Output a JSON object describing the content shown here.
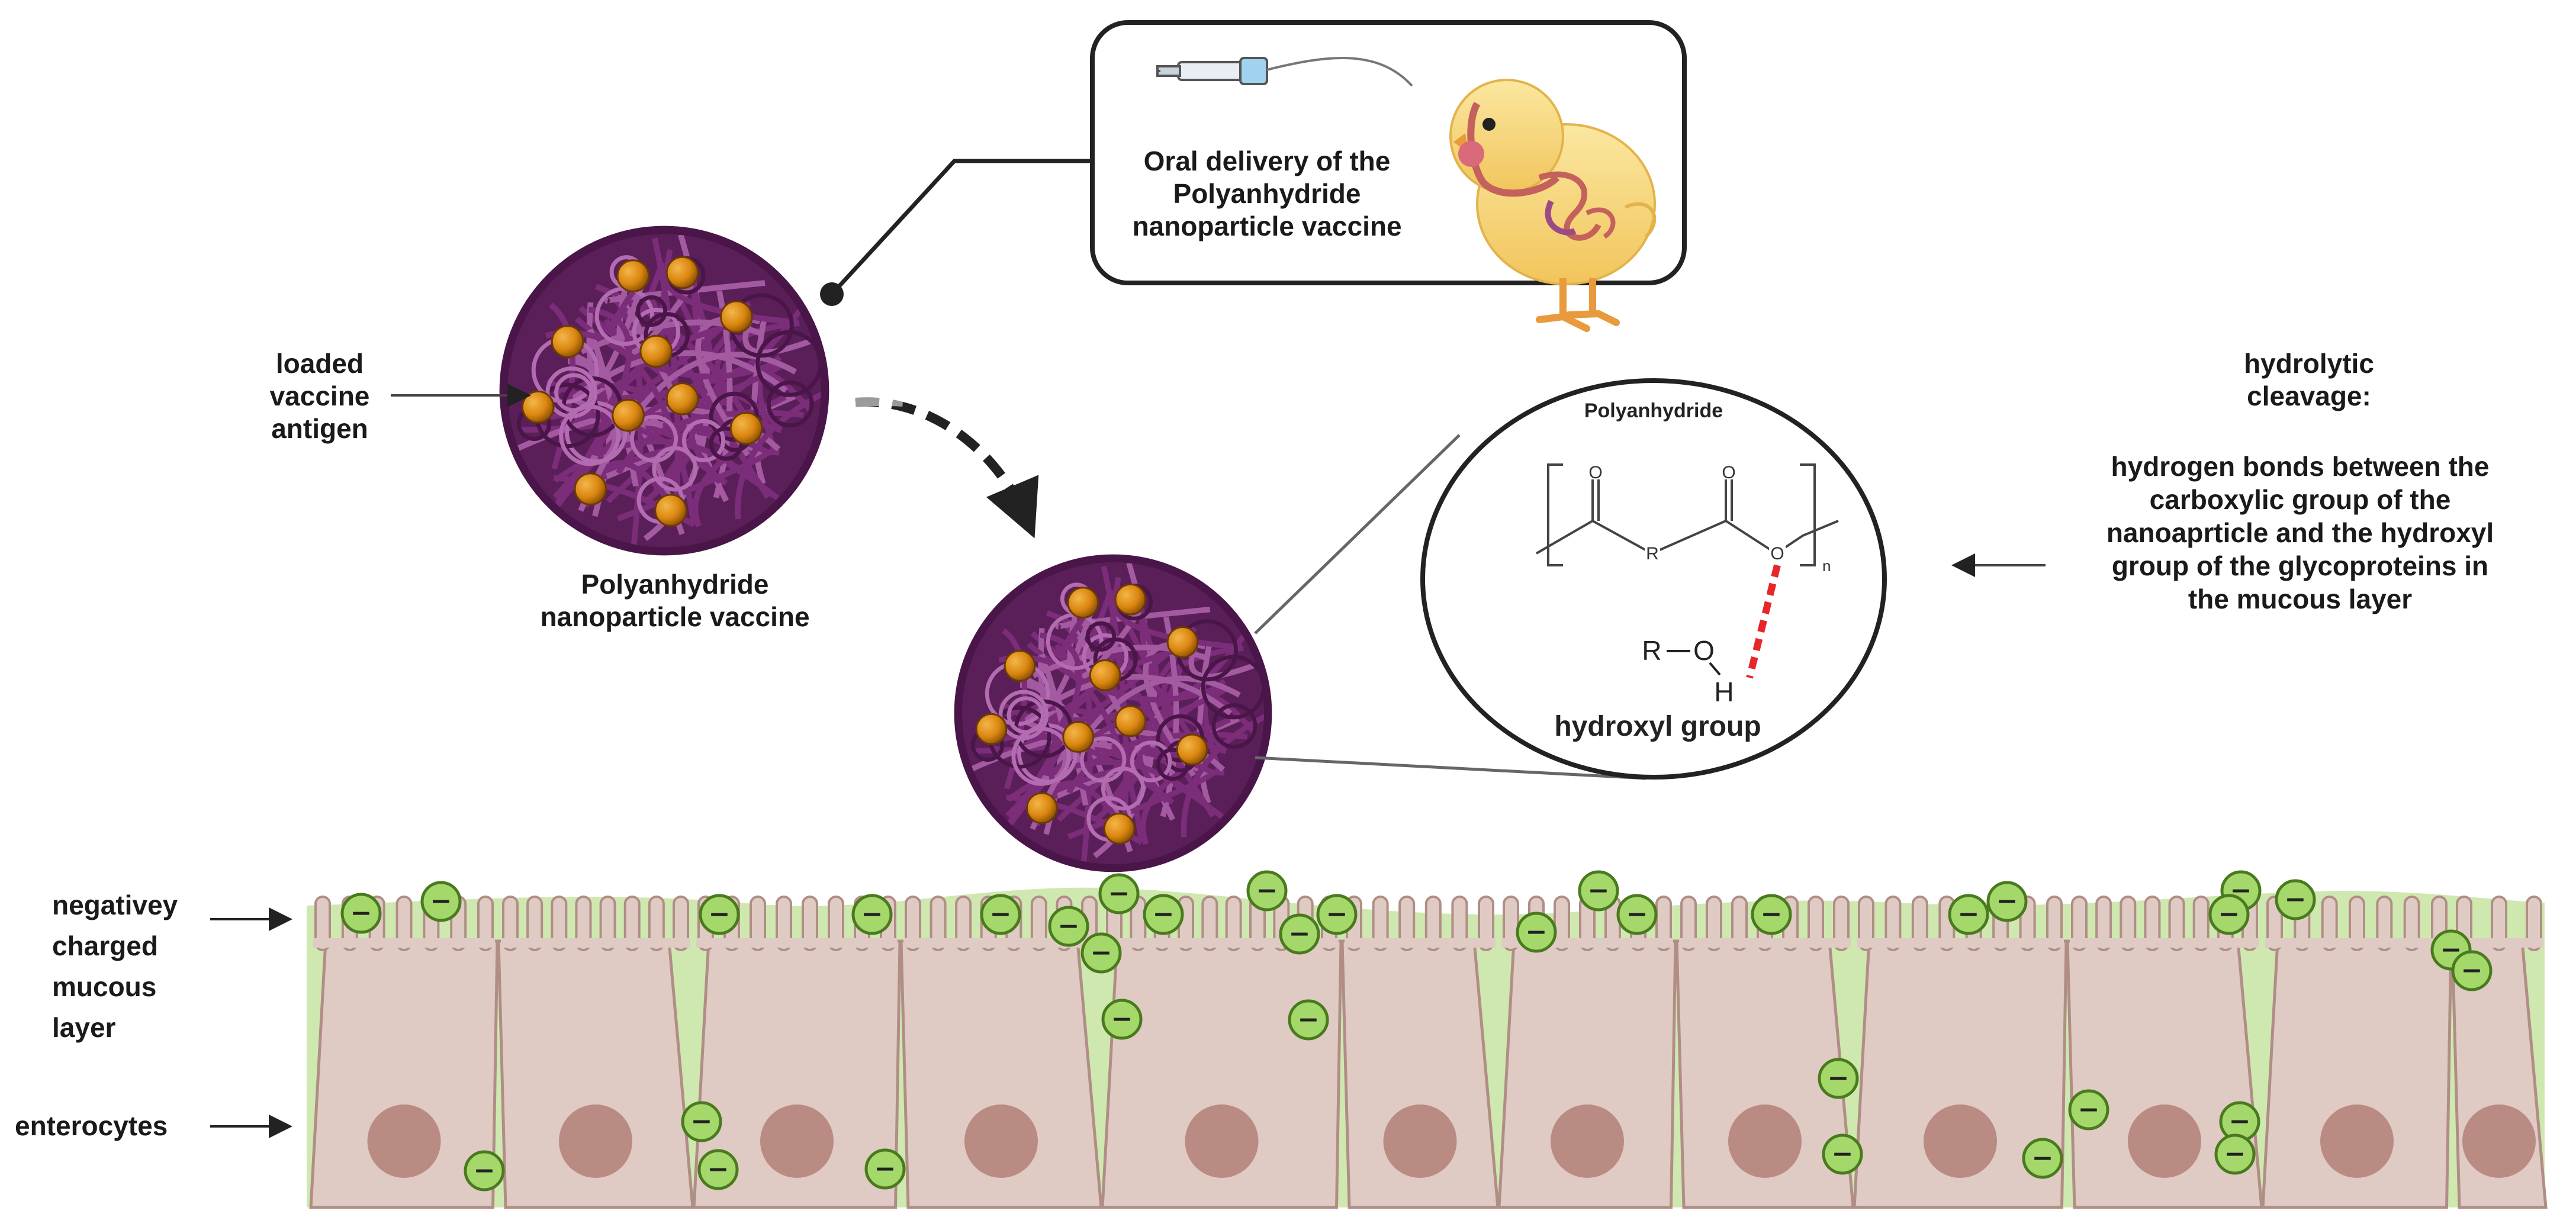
{
  "labels": {
    "loaded_antigen": "loaded\nvaccine\nantigen",
    "nanoparticle_vaccine": "Polyanhydride\nnanoparticle vaccine",
    "oral_delivery": "Oral delivery of the\nPolyanhydride\nnanoparticle vaccine",
    "hydrolytic_title": "hydrolytic\ncleavage:",
    "hydrolytic_desc": "hydrogen bonds between the\ncarboxylic group of the\nnanoaprticle and the hydroxyl\ngroup of the glycoproteins in\nthe mucous layer",
    "mucous_layer": "negativey\ncharged\nmucous\nlayer",
    "enterocytes": "enterocytes"
  },
  "chemistry": {
    "title": "Polyanhydride",
    "oxygen_1": "O",
    "oxygen_2": "O",
    "oxygen_3": "O",
    "r_group": "R",
    "subscript": "n",
    "hydroxyl_r": "R",
    "hydroxyl_o": "O",
    "hydroxyl_h": "H",
    "hydroxyl_label": "hydroxyl group"
  },
  "symbols": {
    "charge": "−"
  },
  "colors": {
    "polymer": "#7b2d79",
    "antigen": "#d9860f",
    "mucus": "#cfe8b0",
    "cell": "#e0cbc4",
    "nucleus": "#b98b83",
    "charge": "#a5d86a",
    "bond": "#e8262a"
  }
}
